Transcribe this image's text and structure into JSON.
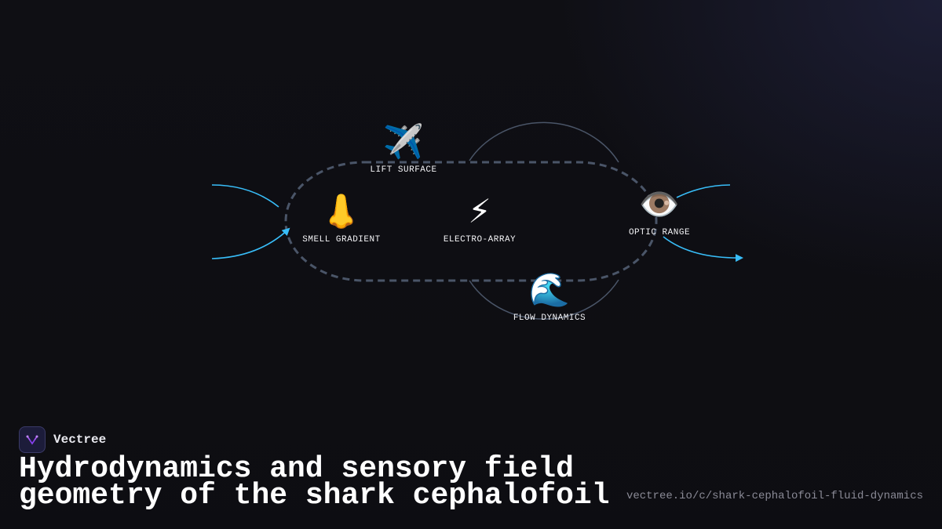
{
  "brand": {
    "name": "Vectree",
    "logo_icon": "vectree-logo-icon"
  },
  "title": "Hydrodynamics and sensory field geometry of the shark cephalofoil",
  "url": "vectree.io/c/shark-cephalofoil-fluid-dynamics",
  "colors": {
    "background": "#0f0f14",
    "accent_arrow": "#38bdf8",
    "dashed_outline": "#4a5568",
    "arc": "#4a5568",
    "label": "#f2f2f5"
  },
  "nodes": [
    {
      "id": "lift",
      "emoji": "✈️",
      "icon": "airplane-icon",
      "label": "LIFT SURFACE"
    },
    {
      "id": "smell",
      "emoji": "👃",
      "icon": "nose-icon",
      "label": "SMELL GRADIENT"
    },
    {
      "id": "electro",
      "emoji": "⚡",
      "icon": "lightning-icon",
      "label": "ELECTRO-ARRAY"
    },
    {
      "id": "optic",
      "emoji": "👁️",
      "icon": "eye-icon",
      "label": "OPTIC RANGE"
    },
    {
      "id": "flow",
      "emoji": "🌊",
      "icon": "wave-icon",
      "label": "FLOW DYNAMICS"
    }
  ]
}
